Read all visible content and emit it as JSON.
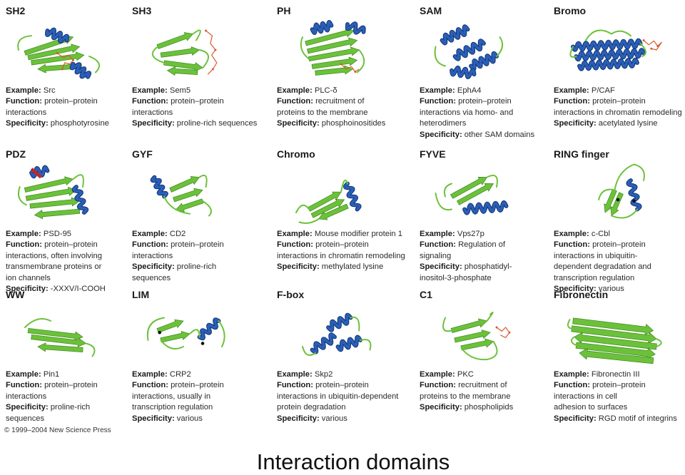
{
  "labels": {
    "example": "Example:",
    "function": "Function:",
    "specificity": "Specificity:"
  },
  "domains": [
    {
      "name": "SH2",
      "example": "Src",
      "function": [
        "protein–protein",
        "interactions"
      ],
      "specificity": [
        "phosphotyrosine"
      ]
    },
    {
      "name": "SH3",
      "example": "Sem5",
      "function": [
        "protein–protein",
        "interactions"
      ],
      "specificity": [
        "proline-rich sequences"
      ]
    },
    {
      "name": "PH",
      "example": "PLC-δ",
      "function": [
        "recruitment of",
        "proteins to the membrane"
      ],
      "specificity": [
        "phosphoinositides"
      ]
    },
    {
      "name": "SAM",
      "example": "EphA4",
      "function": [
        "protein–protein",
        "interactions via homo- and",
        "heterodimers"
      ],
      "specificity": [
        "other SAM domains"
      ]
    },
    {
      "name": "Bromo",
      "example": "P/CAF",
      "function": [
        "protein–protein",
        "interactions in chromatin remodeling"
      ],
      "specificity": [
        "acetylated lysine"
      ]
    },
    {
      "name": "PDZ",
      "example": "PSD-95",
      "function": [
        "protein–protein",
        "interactions, often involving",
        "transmembrane proteins or",
        "ion channels"
      ],
      "specificity": [
        "-XXXV/I-COOH"
      ]
    },
    {
      "name": "GYF",
      "example": "CD2",
      "function": [
        "protein–protein",
        "interactions"
      ],
      "specificity": [
        "proline-rich",
        "sequences"
      ]
    },
    {
      "name": "Chromo",
      "example": "Mouse modifier protein 1",
      "function": [
        "protein–protein",
        "interactions in chromatin remodeling"
      ],
      "specificity": [
        "methylated lysine"
      ]
    },
    {
      "name": "FYVE",
      "example": "Vps27p",
      "function": [
        "Regulation of",
        "signaling"
      ],
      "specificity": [
        "phosphatidyl-",
        "inositol-3-phosphate"
      ]
    },
    {
      "name": "RING finger",
      "example": "c-Cbl",
      "function": [
        "protein–protein",
        "interactions in ubiquitin-",
        "dependent degradation and",
        "transcription regulation"
      ],
      "specificity": [
        "various"
      ]
    },
    {
      "name": "WW",
      "example": "Pin1",
      "function": [
        "protein–protein",
        "interactions"
      ],
      "specificity": [
        "proline-rich",
        "sequences"
      ]
    },
    {
      "name": "LIM",
      "example": "CRP2",
      "function": [
        "protein–protein",
        "interactions, usually in",
        "transcription regulation"
      ],
      "specificity": [
        "various"
      ]
    },
    {
      "name": "F-box",
      "example": "Skp2",
      "function": [
        "protein–protein",
        "interactions in ubiquitin-dependent",
        "protein degradation"
      ],
      "specificity": [
        "various"
      ]
    },
    {
      "name": "C1",
      "example": "PKC",
      "function": [
        "recruitment of",
        "proteins to the membrane"
      ],
      "specificity": [
        "phospholipids"
      ]
    },
    {
      "name": "Fibronectin",
      "example": "Fibronectin III",
      "function": [
        "protein–protein",
        "interactions in cell",
        "adhesion to surfaces"
      ],
      "specificity": [
        "RGD motif of integrins"
      ]
    }
  ],
  "copyright": "© 1999–2004 New Science Press",
  "caption": "Interaction domains",
  "colors": {
    "sheet": "#6cc13a",
    "sheet_dark": "#3f8a1e",
    "helix": "#2a5fb8",
    "helix_dark": "#163a7a",
    "ligand": "#d9582a",
    "metal": "#111111"
  }
}
